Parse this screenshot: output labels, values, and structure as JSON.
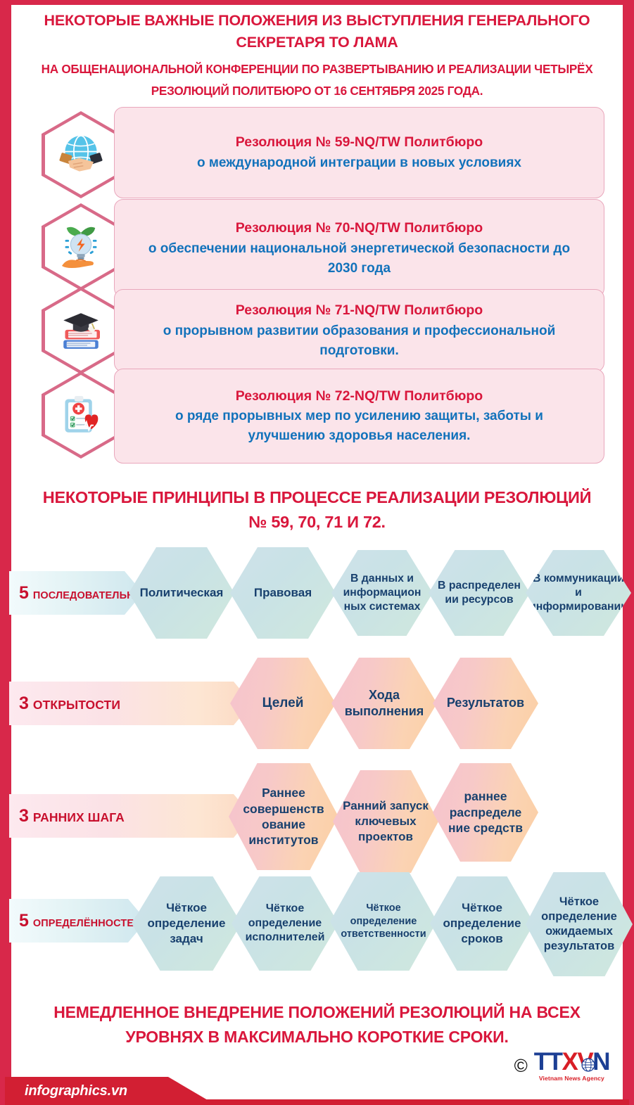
{
  "header": {
    "title_lines": [
      "НЕКОТОРЫЕ ВАЖНЫЕ ПОЛОЖЕНИЯ ИЗ ВЫСТУПЛЕНИЯ ГЕНЕРАЛЬНОГО",
      "СЕКРЕТАРЯ ТО ЛАМА"
    ],
    "subtitle_lines": [
      "НА ОБЩЕНАЦИОНАЛЬНОЙ КОНФЕРЕНЦИИ ПО РАЗВЕРТЫВАНИЮ И РЕАЛИЗАЦИИ ЧЕТЫРЁХ",
      "РЕЗОЛЮЦИЙ ПОЛИТБЮРО ОТ 16 СЕНТЯБРЯ 2025 ГОДА."
    ]
  },
  "resolutions": [
    {
      "icon": "globe-handshake-icon",
      "title": "Резолюция № 59-NQ/TW Политбюро",
      "desc_lines": [
        "о международной интеграции в новых условиях"
      ]
    },
    {
      "icon": "lightbulb-leaf-energy-icon",
      "title": "Резолюция № 70-NQ/TW Политбюро",
      "desc_lines": [
        "о обеспечении национальной энергетической безопасности до",
        "2030 года"
      ]
    },
    {
      "icon": "graduation-cap-books-icon",
      "title": "Резолюция № 71-NQ/TW Политбюро",
      "desc_lines": [
        "о прорывном развитии образования и профессиональной подготовки."
      ]
    },
    {
      "icon": "medical-clipboard-heart-icon",
      "title": "Резолюция № 72-NQ/TW Политбюро",
      "desc_lines": [
        "о ряде прорывных мер по усилению защиты, заботы и",
        "улучшению здоровья населения."
      ]
    }
  ],
  "principles_heading_lines": [
    "НЕКОТОРЫЕ ПРИНЦИПЫ В ПРОЦЕССЕ РЕАЛИЗАЦИИ РЕЗОЛЮЦИЙ",
    "№ 59, 70, 71 И 72."
  ],
  "principle_rows": [
    {
      "num": "5",
      "word": "ПОСЛЕДОВАТЕЛЬНОСТЕЙ",
      "theme": "teal",
      "items": [
        "Политическая",
        "Правовая",
        "В данных и информацион ных системах",
        "В распределен ии ресурсов",
        "В коммуникации и информировании"
      ]
    },
    {
      "num": "3",
      "word": "ОТКРЫТОСТИ",
      "theme": "peach",
      "items": [
        "Целей",
        "Хода выполнения",
        "Результатов"
      ]
    },
    {
      "num": "3",
      "word": "РАННИХ ШАГА",
      "theme": "peach",
      "items": [
        "Раннее совершенств ование институтов",
        "Ранний запуск ключевых проектов",
        "раннее распределе ние средств"
      ]
    },
    {
      "num": "5",
      "word": "ОПРЕДЕЛЁННОСТЕЙ",
      "theme": "teal",
      "items": [
        "Чёткое определение задач",
        "Чёткое определение исполнителей",
        "Чёткое определение ответственности",
        "Чёткое определение сроков",
        "Чёткое определение ожидаемых результатов"
      ]
    }
  ],
  "footer": {
    "message_lines": [
      "НЕМЕДЛЕННОЕ ВНЕДРЕНИЕ ПОЛОЖЕНИЙ РЕЗОЛЮЦИЙ НА ВСЕХ",
      "УРОВНЯХ В МАКСИМАЛЬНО КОРОТКИЕ СРОКИ."
    ],
    "copyright_symbol": "©",
    "logo_part1": "TT",
    "logo_part2": "XV",
    "logo_part3": "N",
    "logo_subtitle": "Vietnam News Agency",
    "brand_tag": "infographics.vn"
  },
  "colors": {
    "red": "#d9173c",
    "blue": "#1272bb",
    "navy": "#18406e",
    "frame": "#d8284a",
    "card_bg": "#fbe4ea"
  }
}
